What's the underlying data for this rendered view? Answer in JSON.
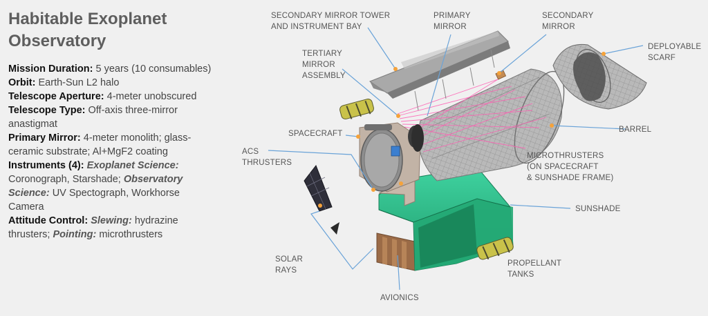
{
  "title_line1": "Habitable Exoplanet",
  "title_line2": "Observatory",
  "specs": {
    "mission": {
      "label": "Mission Duration:",
      "value": "5 years (10 consumables)"
    },
    "orbit": {
      "label": "Orbit:",
      "value": "Earth-Sun L2 halo"
    },
    "aperture": {
      "label": "Telescope Aperture:",
      "value": "4-meter unobscured"
    },
    "type": {
      "label": "Telescope Type:",
      "value": "Off-axis three-mirror anastigmat"
    },
    "primary": {
      "label": "Primary Mirror:",
      "value": "4-meter monolith; glass-ceramic substrate; Al+MgF2 coating"
    },
    "instruments": {
      "label": "Instruments (4):",
      "exo_label": "Exoplanet Science:",
      "exo_value": "Coronograph, Starshade;",
      "obs_label": "Observatory Science:",
      "obs_value": "UV Spectograph, Workhorse Camera"
    },
    "attitude": {
      "label": "Attitude Control:",
      "slew_label": "Slewing:",
      "slew_value": "hydrazine thrusters;",
      "point_label": "Pointing:",
      "point_value": "microthrusters"
    }
  },
  "callouts": {
    "secondary_tower": [
      "SECONDARY MIRROR TOWER",
      "AND INSTRUMENT BAY"
    ],
    "primary_mirror": [
      "PRIMARY",
      "MIRROR"
    ],
    "secondary_mirror": [
      "SECONDARY",
      "MIRROR"
    ],
    "deployable_scarf": [
      "DEPLOYABLE",
      "SCARF"
    ],
    "tertiary": [
      "TERTIARY",
      "MIRROR",
      "ASSEMBLY"
    ],
    "spacecraft": [
      "SPACECRAFT"
    ],
    "barrel": [
      "BARREL"
    ],
    "acs": [
      "ACS",
      "THRUSTERS"
    ],
    "microthrusters": [
      "MICROTHRUSTERS",
      "(ON SPACECRAFT",
      "& SUNSHADE FRAME)"
    ],
    "sunshade": [
      "SUNSHADE"
    ],
    "solar": [
      "SOLAR",
      "RAYS"
    ],
    "propellant": [
      "PROPELLANT",
      "TANKS"
    ],
    "avionics": [
      "AVIONICS"
    ]
  }
}
